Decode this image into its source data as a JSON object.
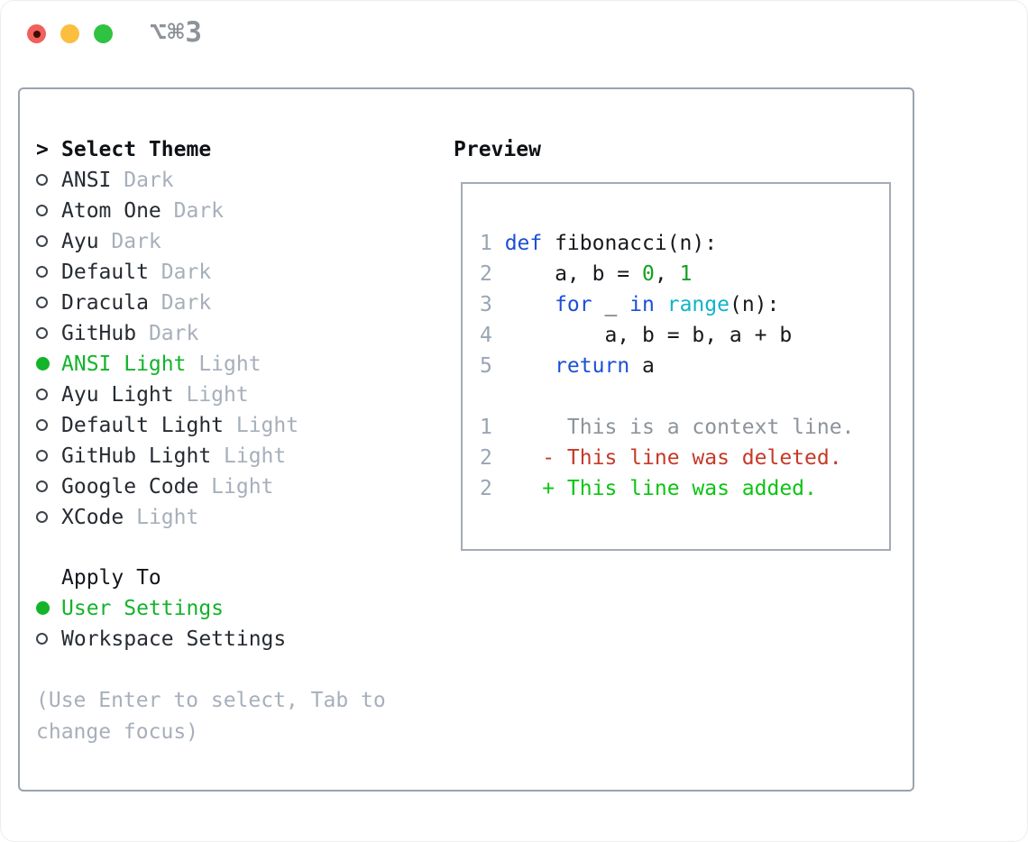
{
  "window": {
    "title": "⌥⌘3"
  },
  "theme_panel": {
    "header_marker": ">",
    "header": "Select Theme",
    "items": [
      {
        "name": "ANSI",
        "variant": "Dark",
        "selected": false
      },
      {
        "name": "Atom One",
        "variant": "Dark",
        "selected": false
      },
      {
        "name": "Ayu",
        "variant": "Dark",
        "selected": false
      },
      {
        "name": "Default",
        "variant": "Dark",
        "selected": false
      },
      {
        "name": "Dracula",
        "variant": "Dark",
        "selected": false
      },
      {
        "name": "GitHub",
        "variant": "Dark",
        "selected": false
      },
      {
        "name": "ANSI Light",
        "variant": "Light",
        "selected": true
      },
      {
        "name": "Ayu Light",
        "variant": "Light",
        "selected": false
      },
      {
        "name": "Default Light",
        "variant": "Light",
        "selected": false
      },
      {
        "name": "GitHub Light",
        "variant": "Light",
        "selected": false
      },
      {
        "name": "Google Code",
        "variant": "Light",
        "selected": false
      },
      {
        "name": "XCode",
        "variant": "Light",
        "selected": false
      }
    ]
  },
  "apply_to": {
    "header": "Apply To",
    "options": [
      {
        "label": "User Settings",
        "selected": true
      },
      {
        "label": "Workspace Settings",
        "selected": false
      }
    ]
  },
  "hint": "(Use Enter to select, Tab to change focus)",
  "preview": {
    "header": "Preview",
    "lines": [
      {
        "num": "1",
        "tokens": [
          {
            "t": "def",
            "c": "kw"
          },
          {
            "t": " fibonacci(n):",
            "c": "plain"
          }
        ]
      },
      {
        "num": "2",
        "tokens": [
          {
            "t": "    a, b = ",
            "c": "plain"
          },
          {
            "t": "0",
            "c": "num"
          },
          {
            "t": ", ",
            "c": "plain"
          },
          {
            "t": "1",
            "c": "num"
          }
        ]
      },
      {
        "num": "3",
        "tokens": [
          {
            "t": "    ",
            "c": "plain"
          },
          {
            "t": "for",
            "c": "kw"
          },
          {
            "t": " _ ",
            "c": "plain"
          },
          {
            "t": "in",
            "c": "kw"
          },
          {
            "t": " ",
            "c": "plain"
          },
          {
            "t": "range",
            "c": "builtin"
          },
          {
            "t": "(n):",
            "c": "plain"
          }
        ]
      },
      {
        "num": "4",
        "tokens": [
          {
            "t": "        a, b = b, a + b",
            "c": "plain"
          }
        ]
      },
      {
        "num": "5",
        "tokens": [
          {
            "t": "    ",
            "c": "plain"
          },
          {
            "t": "return",
            "c": "kw"
          },
          {
            "t": " a",
            "c": "plain"
          }
        ]
      },
      {
        "num": "",
        "tokens": []
      },
      {
        "num": "1",
        "tokens": [
          {
            "t": "     This is a context line.",
            "c": "ctx"
          }
        ]
      },
      {
        "num": "2",
        "tokens": [
          {
            "t": "   - This line was deleted.",
            "c": "del"
          }
        ]
      },
      {
        "num": "2",
        "tokens": [
          {
            "t": "   + This line was added.",
            "c": "add"
          }
        ]
      }
    ]
  },
  "colors": {
    "accent_green": "#13b32a",
    "keyword_blue": "#1c4fd7",
    "builtin_cyan": "#0fb4c9",
    "number_green": "#14a021",
    "added_green": "#0cc413",
    "deleted_red": "#c63928",
    "muted_gray": "#a7afbb",
    "gutter_gray": "#9aa5b3",
    "panel_border": "#9aa3af",
    "traffic_red": "#f1605a",
    "traffic_yellow": "#fbbe3f",
    "traffic_green": "#30c341"
  }
}
